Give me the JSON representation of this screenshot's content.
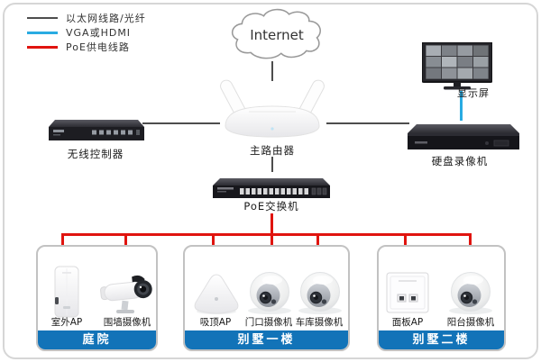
{
  "legend": {
    "items": [
      {
        "id": "ethernet",
        "label": "以太网线路/光纤",
        "color": "#4d4d4d"
      },
      {
        "id": "vga-hdmi",
        "label": "VGA或HDMI",
        "color": "#29abe2"
      },
      {
        "id": "poe",
        "label": "PoE供电线路",
        "color": "#e0140f"
      }
    ]
  },
  "cloud_label": "Internet",
  "nodes": {
    "wireless_controller": "无线控制器",
    "main_router": "主路由器",
    "poe_switch": "PoE交换机",
    "nvr": "硬盘录像机",
    "monitor": "显示屏"
  },
  "groups": [
    {
      "banner": "庭院",
      "devices": [
        {
          "label": "室外AP"
        },
        {
          "label": "围墙摄像机"
        }
      ]
    },
    {
      "banner": "别墅一楼",
      "devices": [
        {
          "label": "吸顶AP"
        },
        {
          "label": "门口摄像机"
        },
        {
          "label": "车库摄像机"
        }
      ]
    },
    {
      "banner": "别墅二楼",
      "devices": [
        {
          "label": "面板AP"
        },
        {
          "label": "阳台摄像机"
        }
      ]
    }
  ],
  "colors": {
    "ethernet_line": "#4d4d4d",
    "vga_line": "#29abe2",
    "poe_line": "#e0140f",
    "banner_blue": "#1273b8",
    "box_border": "#c2c2c2"
  }
}
